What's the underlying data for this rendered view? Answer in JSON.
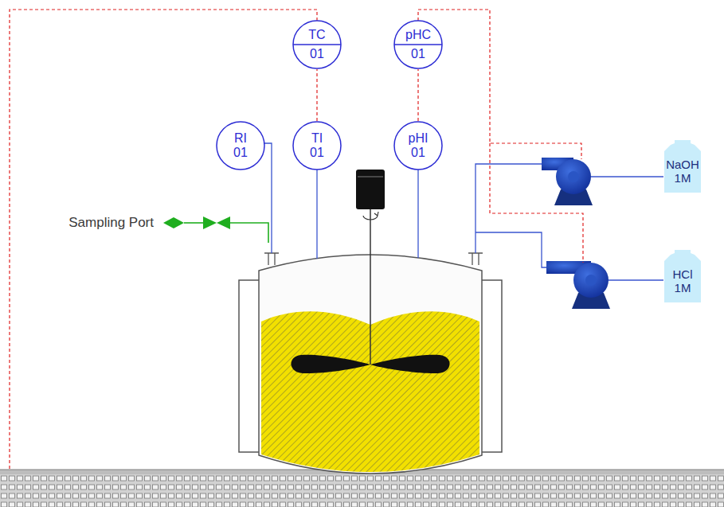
{
  "diagram": {
    "nodes": [
      {
        "text": [
          "TC",
          "01"
        ]
      },
      {
        "text": [
          "pHC",
          "01"
        ]
      },
      {
        "text": [
          "RI 01"
        ]
      },
      {
        "text": [
          "TI 01"
        ]
      },
      {
        "text": [
          "pHI 01"
        ]
      },
      {
        "text": [
          "NaOH 1M"
        ]
      },
      {
        "text": [
          "HCl 1M"
        ]
      }
    ],
    "edges": [
      {
        "from": 3,
        "to": 0,
        "arrow": "none"
      },
      {
        "from": 4,
        "to": 1,
        "arrow": "none"
      }
    ],
    "labels": [
      "Sampling Port"
    ]
  }
}
